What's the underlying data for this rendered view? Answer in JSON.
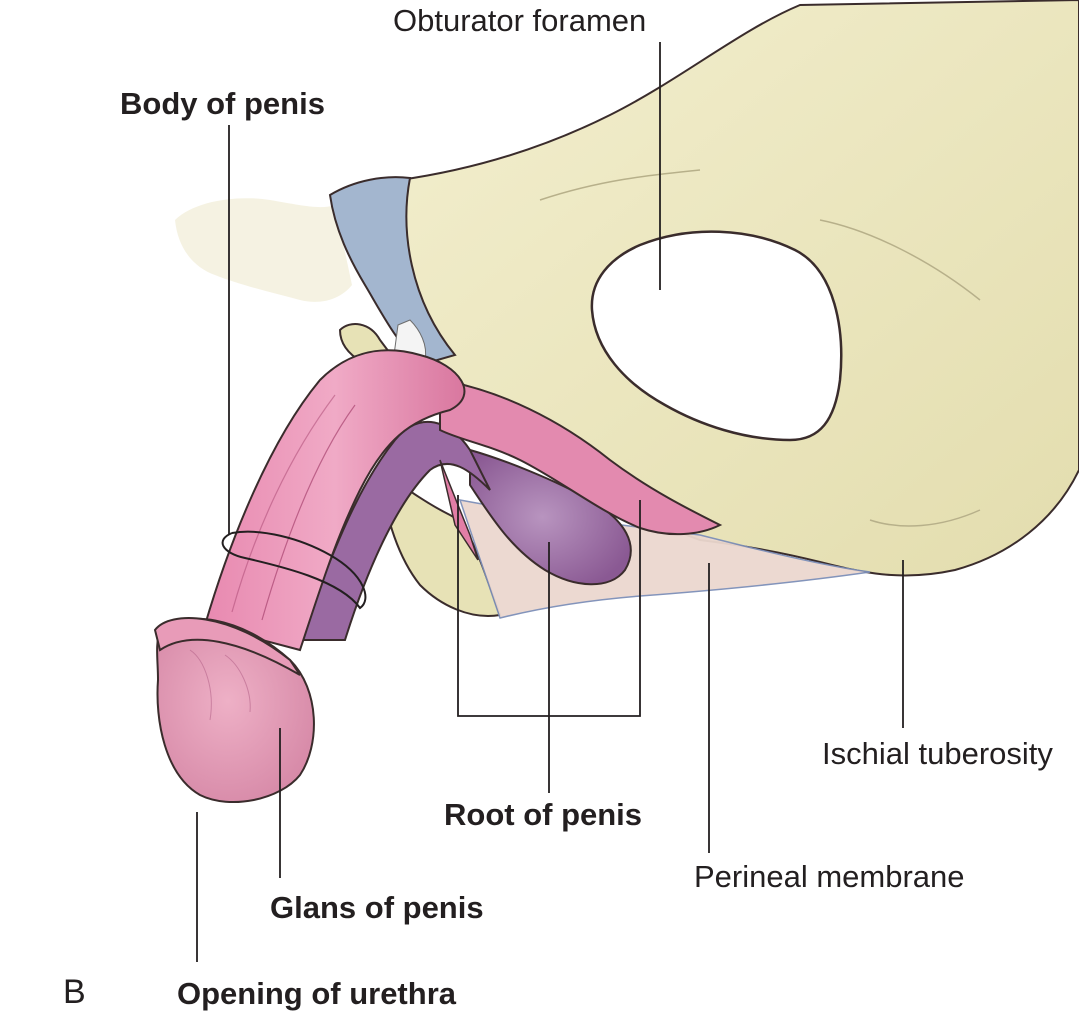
{
  "figure": {
    "panel_letter": "B",
    "labels": {
      "obturator_foramen": "Obturator foramen",
      "body_of_penis": "Body of penis",
      "ischial_tuberosity": "Ischial tuberosity",
      "root_of_penis": "Root of penis",
      "perineal_membrane": "Perineal membrane",
      "glans_of_penis": "Glans of penis",
      "opening_of_urethra": "Opening of urethra"
    }
  },
  "colors": {
    "bone": "#ece8c0",
    "bone_shade": "#d9d3a3",
    "ligament": "#9fb3cd",
    "penis_pink": "#df7fa5",
    "penis_light": "#eda3c2",
    "bulb_purple": "#9a6aa2",
    "membrane": "#e9d6cd",
    "outline": "#3a2c2c",
    "leader_line": "#231f20"
  }
}
